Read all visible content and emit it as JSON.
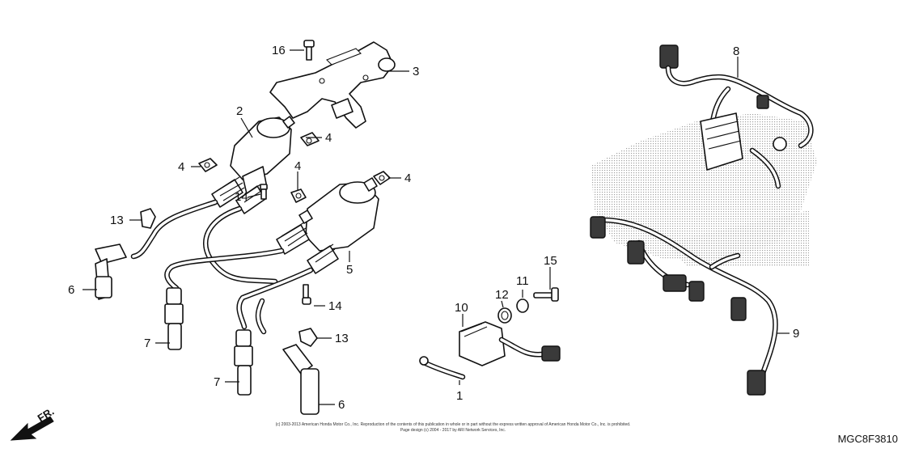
{
  "callouts": {
    "c1": "1",
    "c2": "2",
    "c3": "3",
    "c4a": "4",
    "c4b": "4",
    "c4c": "4",
    "c4d": "4",
    "c5": "5",
    "c6a": "6",
    "c6b": "6",
    "c7a": "7",
    "c7b": "7",
    "c8": "8",
    "c9": "9",
    "c10": "10",
    "c11": "11",
    "c12": "12",
    "c13a": "13",
    "c13b": "13",
    "c14a": "14",
    "c14b": "14",
    "c15": "15",
    "c16": "16"
  },
  "orientation": {
    "label": "FR."
  },
  "footer": {
    "copyright": "(c) 2003-2013 American Honda Motor Co., Inc. Reproduction of the contents of this publication in whole or in part without the express written approval of American Honda Motor Co., Inc. is prohibited.",
    "page_design": "Page design (c) 2004 - 2017 by ARI Network Services, Inc."
  },
  "diagram_code": "MGC8F3810"
}
